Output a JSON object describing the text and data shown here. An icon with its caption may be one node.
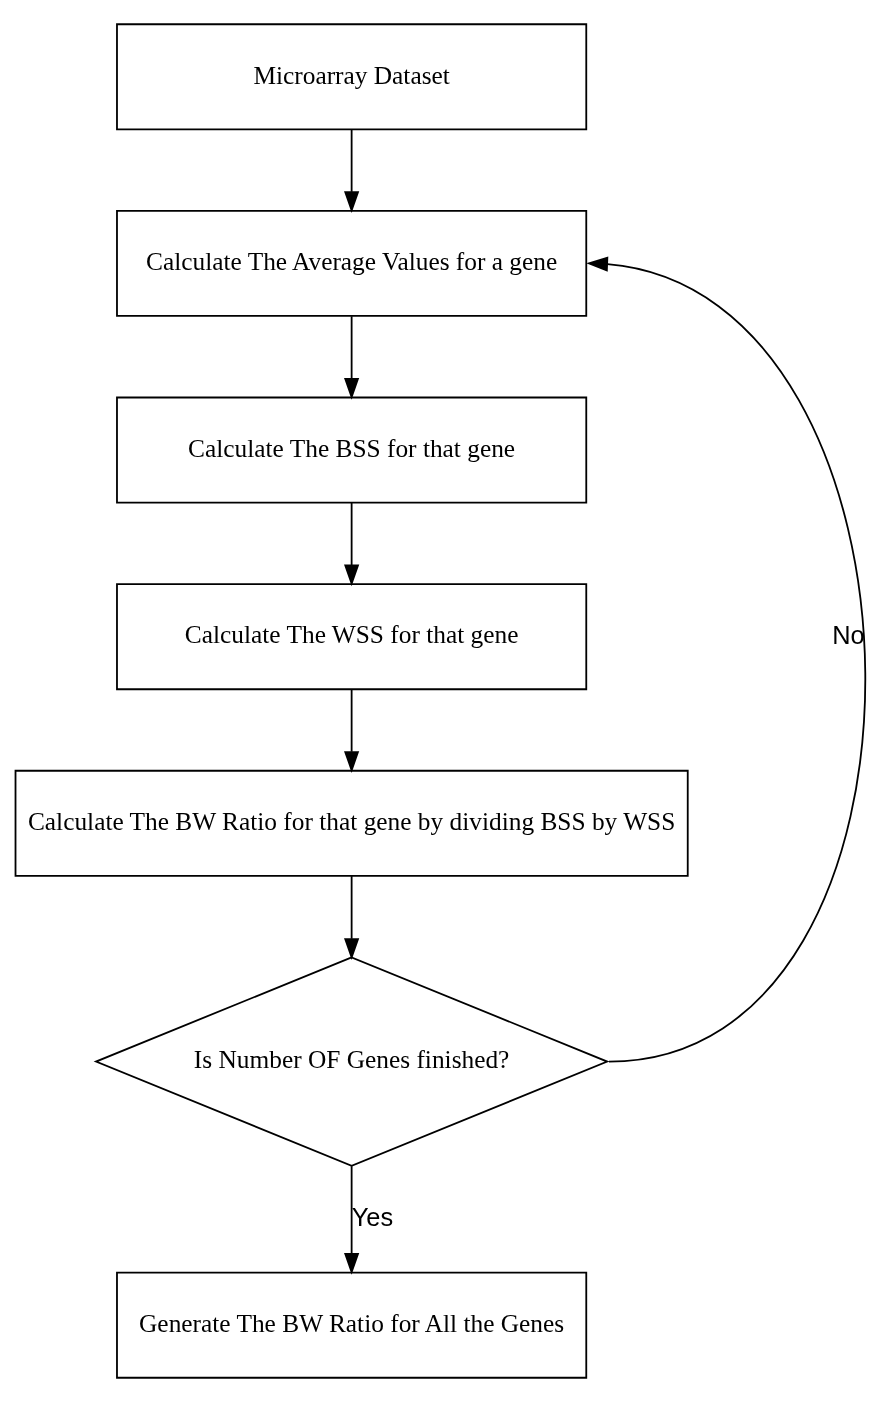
{
  "diagram": {
    "nodes": [
      {
        "text": [
          "Microarray Dataset"
        ]
      },
      {
        "text": [
          "Calculate The Average Values for a gene"
        ]
      },
      {
        "text": [
          "Calculate The BSS for that gene"
        ]
      },
      {
        "text": [
          "Calculate The WSS for that gene"
        ]
      },
      {
        "text": [
          "Calculate The BW Ratio for that gene by dividing BSS by WSS"
        ]
      },
      {
        "text": [
          "Is Number OF Genes finished?"
        ]
      },
      {
        "text": [
          "Generate The BW Ratio for All the Genes"
        ]
      }
    ],
    "edges": [
      {
        "from": 0,
        "to": 1,
        "arrow": "to"
      },
      {
        "from": 1,
        "to": 2,
        "arrow": "to"
      },
      {
        "from": 2,
        "to": 3,
        "arrow": "to"
      },
      {
        "from": 3,
        "to": 4,
        "arrow": "to"
      },
      {
        "from": 4,
        "to": 5,
        "arrow": "to"
      },
      {
        "from": 5,
        "to": 6,
        "label": "Yes",
        "arrow": "to"
      },
      {
        "from": 5,
        "to": 1,
        "label": "No",
        "arrow": "to"
      }
    ]
  }
}
